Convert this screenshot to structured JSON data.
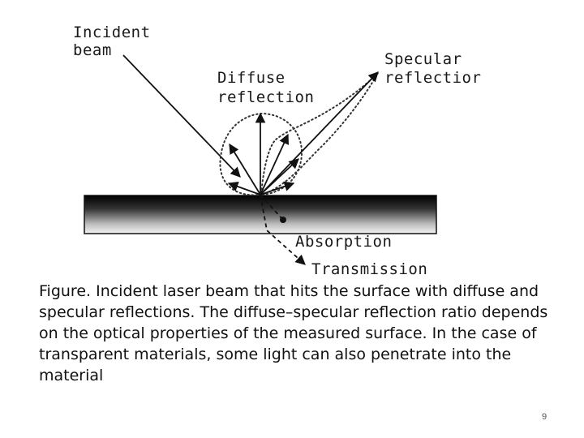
{
  "diagram": {
    "labels": {
      "incident_line1": "Incident",
      "incident_line2": "beam",
      "diffuse_line1": "Diffuse",
      "diffuse_line2": "reflection",
      "specular_line1": "Specular",
      "specular_line2": "reflectior",
      "absorption": "Absorption",
      "transmission": "Transmission"
    }
  },
  "caption": "Figure. Incident laser beam that hits the surface with diffuse and specular reflections. The diffuse–specular reflection ratio depends on the optical properties of the measured surface. In the case of transparent materials, some light can also penetrate into the material",
  "page_number": "9"
}
